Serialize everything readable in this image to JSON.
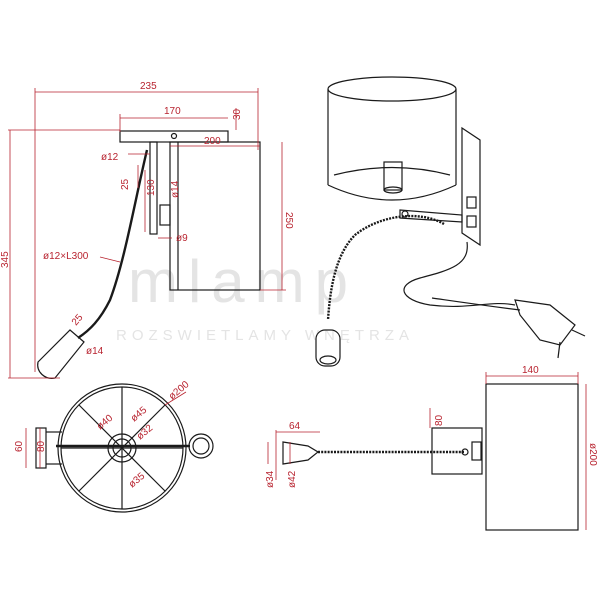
{
  "watermark": {
    "brand": "mlamp",
    "tagline": "ROZSWIETLAMY WNĘTRZA"
  },
  "dimensions": {
    "side_view": {
      "total_width": "235",
      "plate_width": "170",
      "shade_diameter": "200",
      "plate_height": "30",
      "total_height": "345",
      "shade_height": "250",
      "arm_diameter": "ø12",
      "arm_offset": "25",
      "arm_height": "130",
      "tube_diameter": "ø14",
      "pin_diameter": "ø9",
      "hose": "ø12×L300",
      "head_length": "25",
      "head_diameter": "ø14"
    },
    "top_view": {
      "base_width": "60",
      "base_depth": "80",
      "shade_diameter": "ø200",
      "ring_inner": "ø40",
      "ring_outer": "ø45",
      "socket": "ø32",
      "hub": "ø35"
    },
    "front_view": {
      "head_length": "64",
      "plate_height": "80",
      "head_small": "ø34",
      "head_large": "ø42"
    },
    "shade_view": {
      "shade_height": "140",
      "shade_diameter": "ø200"
    }
  },
  "colors": {
    "dimension": "#b8232f",
    "outline": "#1a1a1a",
    "watermark": "#e4e4e4"
  }
}
